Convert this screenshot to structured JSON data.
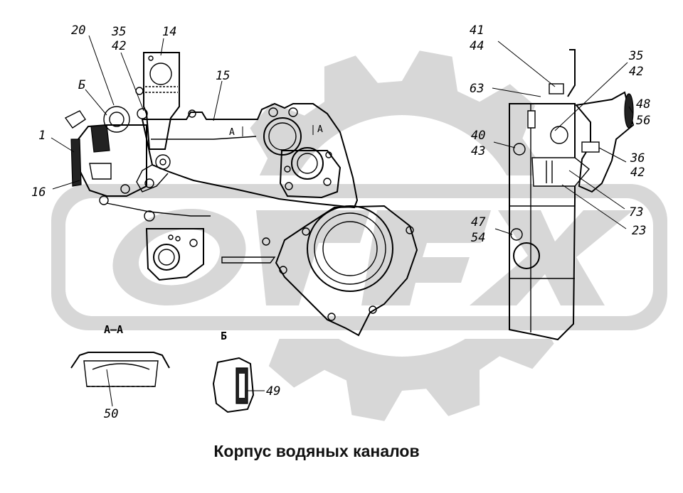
{
  "caption": "Корпус водяных каналов",
  "watermark_color": "#d7d7d7",
  "callouts": {
    "c20": "20",
    "c35a": "35",
    "c42a": "42",
    "c14": "14",
    "c15": "15",
    "cB1": "Б",
    "c1": "1",
    "c16": "16",
    "c41": "41",
    "c44": "44",
    "c63": "63",
    "c35b": "35",
    "c42b": "42",
    "c48": "48",
    "c56": "56",
    "c40": "40",
    "c43": "43",
    "c36": "36",
    "c42c": "42",
    "c73": "73",
    "c23": "23",
    "c47": "47",
    "c54": "54",
    "c50": "50",
    "c49": "49"
  },
  "section_labels": {
    "aa": "А–А",
    "b": "Б",
    "a_left": "А",
    "a_right": "А"
  }
}
